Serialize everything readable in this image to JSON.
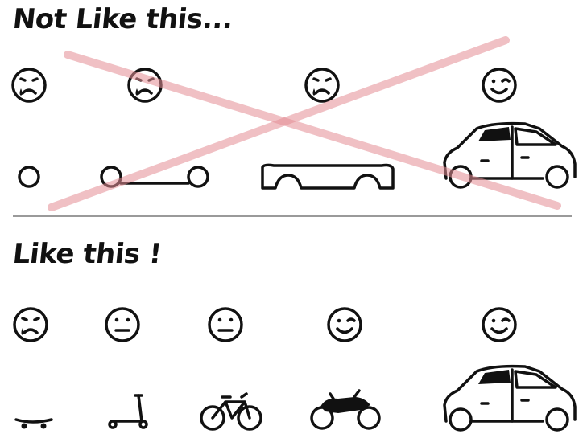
{
  "headings": {
    "bad": "Not Like this...",
    "good": "Like this !"
  },
  "colors": {
    "ink": "#111111",
    "cross": "#e58e95",
    "divider": "#9a9a9a",
    "background": "#ffffff"
  },
  "bad_sequence": [
    {
      "face": "sad-crying",
      "vehicle": "wheel"
    },
    {
      "face": "sad-crying",
      "vehicle": "wheels-with-axle"
    },
    {
      "face": "sad-crying",
      "vehicle": "car-chassis"
    },
    {
      "face": "winking-smile",
      "vehicle": "car"
    }
  ],
  "good_sequence": [
    {
      "face": "sad-crying",
      "vehicle": "skateboard"
    },
    {
      "face": "neutral",
      "vehicle": "kick-scooter"
    },
    {
      "face": "neutral",
      "vehicle": "bicycle"
    },
    {
      "face": "winking-smile",
      "vehicle": "motorcycle"
    },
    {
      "face": "winking-smile",
      "vehicle": "car"
    }
  ]
}
